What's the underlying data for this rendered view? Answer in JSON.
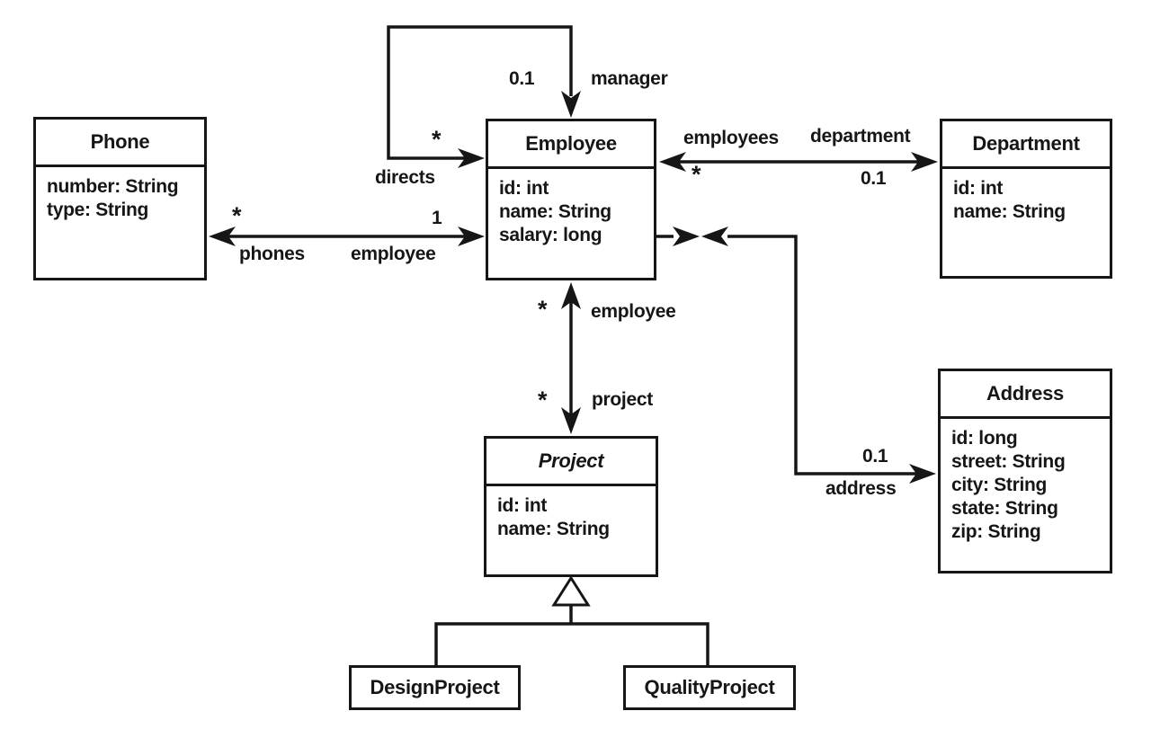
{
  "diagram": {
    "kind": "uml-class-diagram",
    "background_color": "#ffffff",
    "line_color": "#161616",
    "text_color": "#161616"
  },
  "classes": {
    "phone": {
      "name": "Phone",
      "attributes": [
        "number: String",
        "type: String"
      ]
    },
    "employee": {
      "name": "Employee",
      "attributes": [
        "id: int",
        "name: String",
        "salary: long"
      ]
    },
    "department": {
      "name": "Department",
      "attributes": [
        "id: int",
        "name: String"
      ]
    },
    "project": {
      "name": "Project",
      "abstract": true,
      "attributes": [
        "id: int",
        "name: String"
      ]
    },
    "address": {
      "name": "Address",
      "attributes": [
        "id: long",
        "street: String",
        "city: String",
        "state: String",
        "zip: String"
      ]
    },
    "design_project": {
      "name": "DesignProject",
      "attributes": []
    },
    "quality_project": {
      "name": "QualityProject",
      "attributes": []
    }
  },
  "labels": {
    "manager_mult": "0.1",
    "manager": "manager",
    "directs_mult": "*",
    "directs": "directs",
    "phones_mult": "*",
    "phones": "phones",
    "phone_employee_mult": "1",
    "phone_employee": "employee",
    "employees": "employees",
    "employees_mult": "*",
    "department": "department",
    "department_mult": "0.1",
    "project_employee_mult": "*",
    "project_employee": "employee",
    "project_mult": "*",
    "project": "project",
    "address_mult": "0.1",
    "address": "address"
  },
  "relationships": [
    {
      "type": "association",
      "from": "Employee",
      "to": "Employee",
      "end_a_role": "directs",
      "end_a_mult": "*",
      "end_b_role": "manager",
      "end_b_mult": "0.1"
    },
    {
      "type": "association",
      "from": "Phone",
      "to": "Employee",
      "end_a_role": "phones",
      "end_a_mult": "*",
      "end_b_role": "employee",
      "end_b_mult": "1"
    },
    {
      "type": "association",
      "from": "Employee",
      "to": "Department",
      "end_a_role": "employees",
      "end_a_mult": "*",
      "end_b_role": "department",
      "end_b_mult": "0.1"
    },
    {
      "type": "association",
      "from": "Employee",
      "to": "Project",
      "end_a_role": "employee",
      "end_a_mult": "*",
      "end_b_role": "project",
      "end_b_mult": "*"
    },
    {
      "type": "association",
      "from": "Employee",
      "to": "Address",
      "end_b_role": "address",
      "end_b_mult": "0.1"
    },
    {
      "type": "inheritance",
      "from": "DesignProject",
      "to": "Project"
    },
    {
      "type": "inheritance",
      "from": "QualityProject",
      "to": "Project"
    }
  ]
}
